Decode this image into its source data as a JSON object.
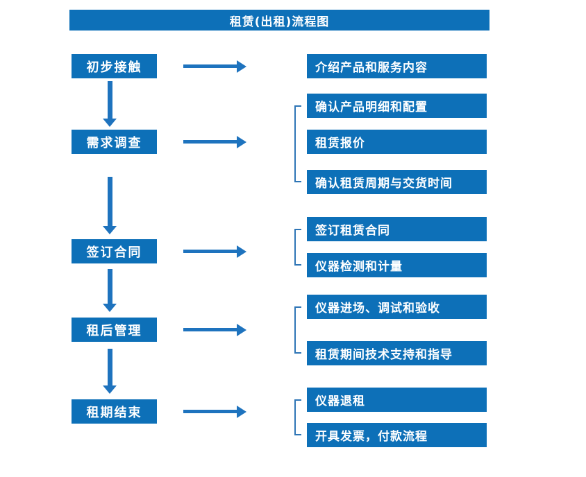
{
  "title": "租赁(出租)流程图",
  "colors": {
    "box_fill": "#0d70b8",
    "arrow": "#1e73be",
    "bracket": "#2e75b6",
    "text": "#ffffff",
    "background": "#ffffff"
  },
  "icons": {
    "arrow_right": "→",
    "arrow_down": "↓",
    "bracket_shape": "["
  },
  "stages": [
    {
      "label": "初步接触",
      "details": [
        "介绍产品和服务内容"
      ]
    },
    {
      "label": "需求调查",
      "details": [
        "确认产品明细和配置",
        "租赁报价",
        "确认租赁周期与交货时间"
      ]
    },
    {
      "label": "签订合同",
      "details": [
        "签订租赁合同",
        "仪器检测和计量"
      ]
    },
    {
      "label": "租后管理",
      "details": [
        "仪器进场、调试和验收",
        "租赁期间技术支持和指导"
      ]
    },
    {
      "label": "租期结束",
      "details": [
        "仪器退租",
        "开具发票，付款流程"
      ]
    }
  ]
}
